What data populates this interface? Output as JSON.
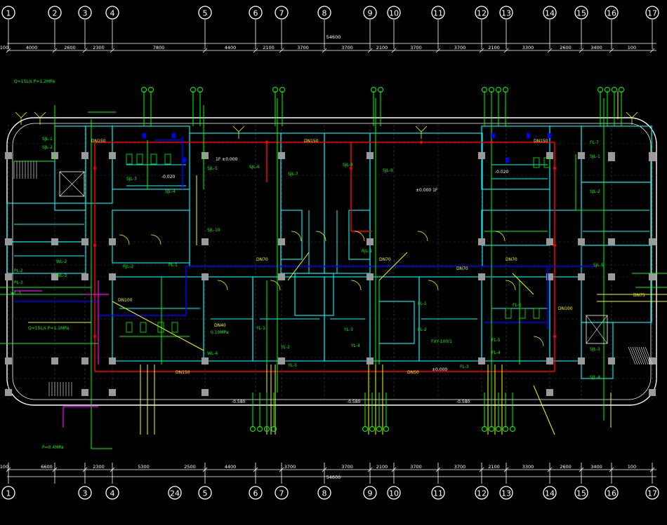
{
  "axes": {
    "labels": [
      "1",
      "2",
      "3",
      "4",
      "5",
      "6",
      "7",
      "8",
      "9",
      "10",
      "11",
      "12",
      "13",
      "14",
      "15",
      "16",
      "17"
    ],
    "bottom_labels": [
      "1",
      "3",
      "4",
      "24",
      "5",
      "6",
      "7",
      "8",
      "9",
      "10",
      "11",
      "12",
      "13",
      "14",
      "15",
      "16",
      "17"
    ]
  },
  "dimensions": {
    "overall": "54600",
    "top_segments": [
      "100",
      "4000",
      "2600",
      "2300",
      "7800",
      "4400",
      "2100",
      "3700",
      "3700",
      "2100",
      "3700",
      "3700",
      "2100",
      "3300",
      "2600",
      "3400",
      "100"
    ],
    "bottom_segments": [
      "100",
      "6600",
      "2300",
      "5300",
      "2500",
      "4400",
      "3700",
      "3700",
      "2100",
      "3700",
      "3700",
      "2100",
      "3300",
      "2600",
      "3400",
      "100"
    ]
  },
  "pipes": {
    "main_dn150": "DN150",
    "dn150": "DN150",
    "dn100": "DN100",
    "dn75": "DN75",
    "dn70": "DN70",
    "dn50": "DN50",
    "dn40": "DN40"
  },
  "elevations": {
    "floor_1f": "1F ±0.000",
    "floor_2": "±0.000 1F",
    "e1": "±0.000",
    "e2": "-0.580",
    "e3": "-0.580",
    "e4": "-0.580",
    "e5": "-0.020",
    "e6": "-0.020"
  },
  "callouts": {
    "notes_left": [
      "Q=15L/s  P=1.2MPa",
      "Q=15L/s  P=1.1MPa",
      "P=0.4MPa"
    ],
    "fxy": "FXY-100/1",
    "p_rating": "0.10MPa",
    "pipe_tags": [
      "SJL-1",
      "SJL-2",
      "SJL-3",
      "SJL-4",
      "SJL-5",
      "SJL-6",
      "SJL-7",
      "SJL-8",
      "SJL-9",
      "SJL-10",
      "RJL-1",
      "RJL-2",
      "PL-1",
      "PL-2",
      "PL-3",
      "WL-1",
      "WL-2",
      "WL-3",
      "WL-4",
      "YL-1",
      "YL-2",
      "YL-3",
      "YL-4",
      "YL-5",
      "FL-1",
      "FL-2",
      "FL-3",
      "FL-4",
      "FL-5",
      "FL-6",
      "FL-7"
    ]
  },
  "colors": {
    "background": "#000000",
    "axis_line": "#ffffff",
    "wall": "#00ffff",
    "cold_water": "#00ff00",
    "hot_water": "#ff0000",
    "drain": "#0000ff",
    "fire": "#ffff00",
    "vent": "#ff00ff",
    "column": "#9a9a9a"
  }
}
